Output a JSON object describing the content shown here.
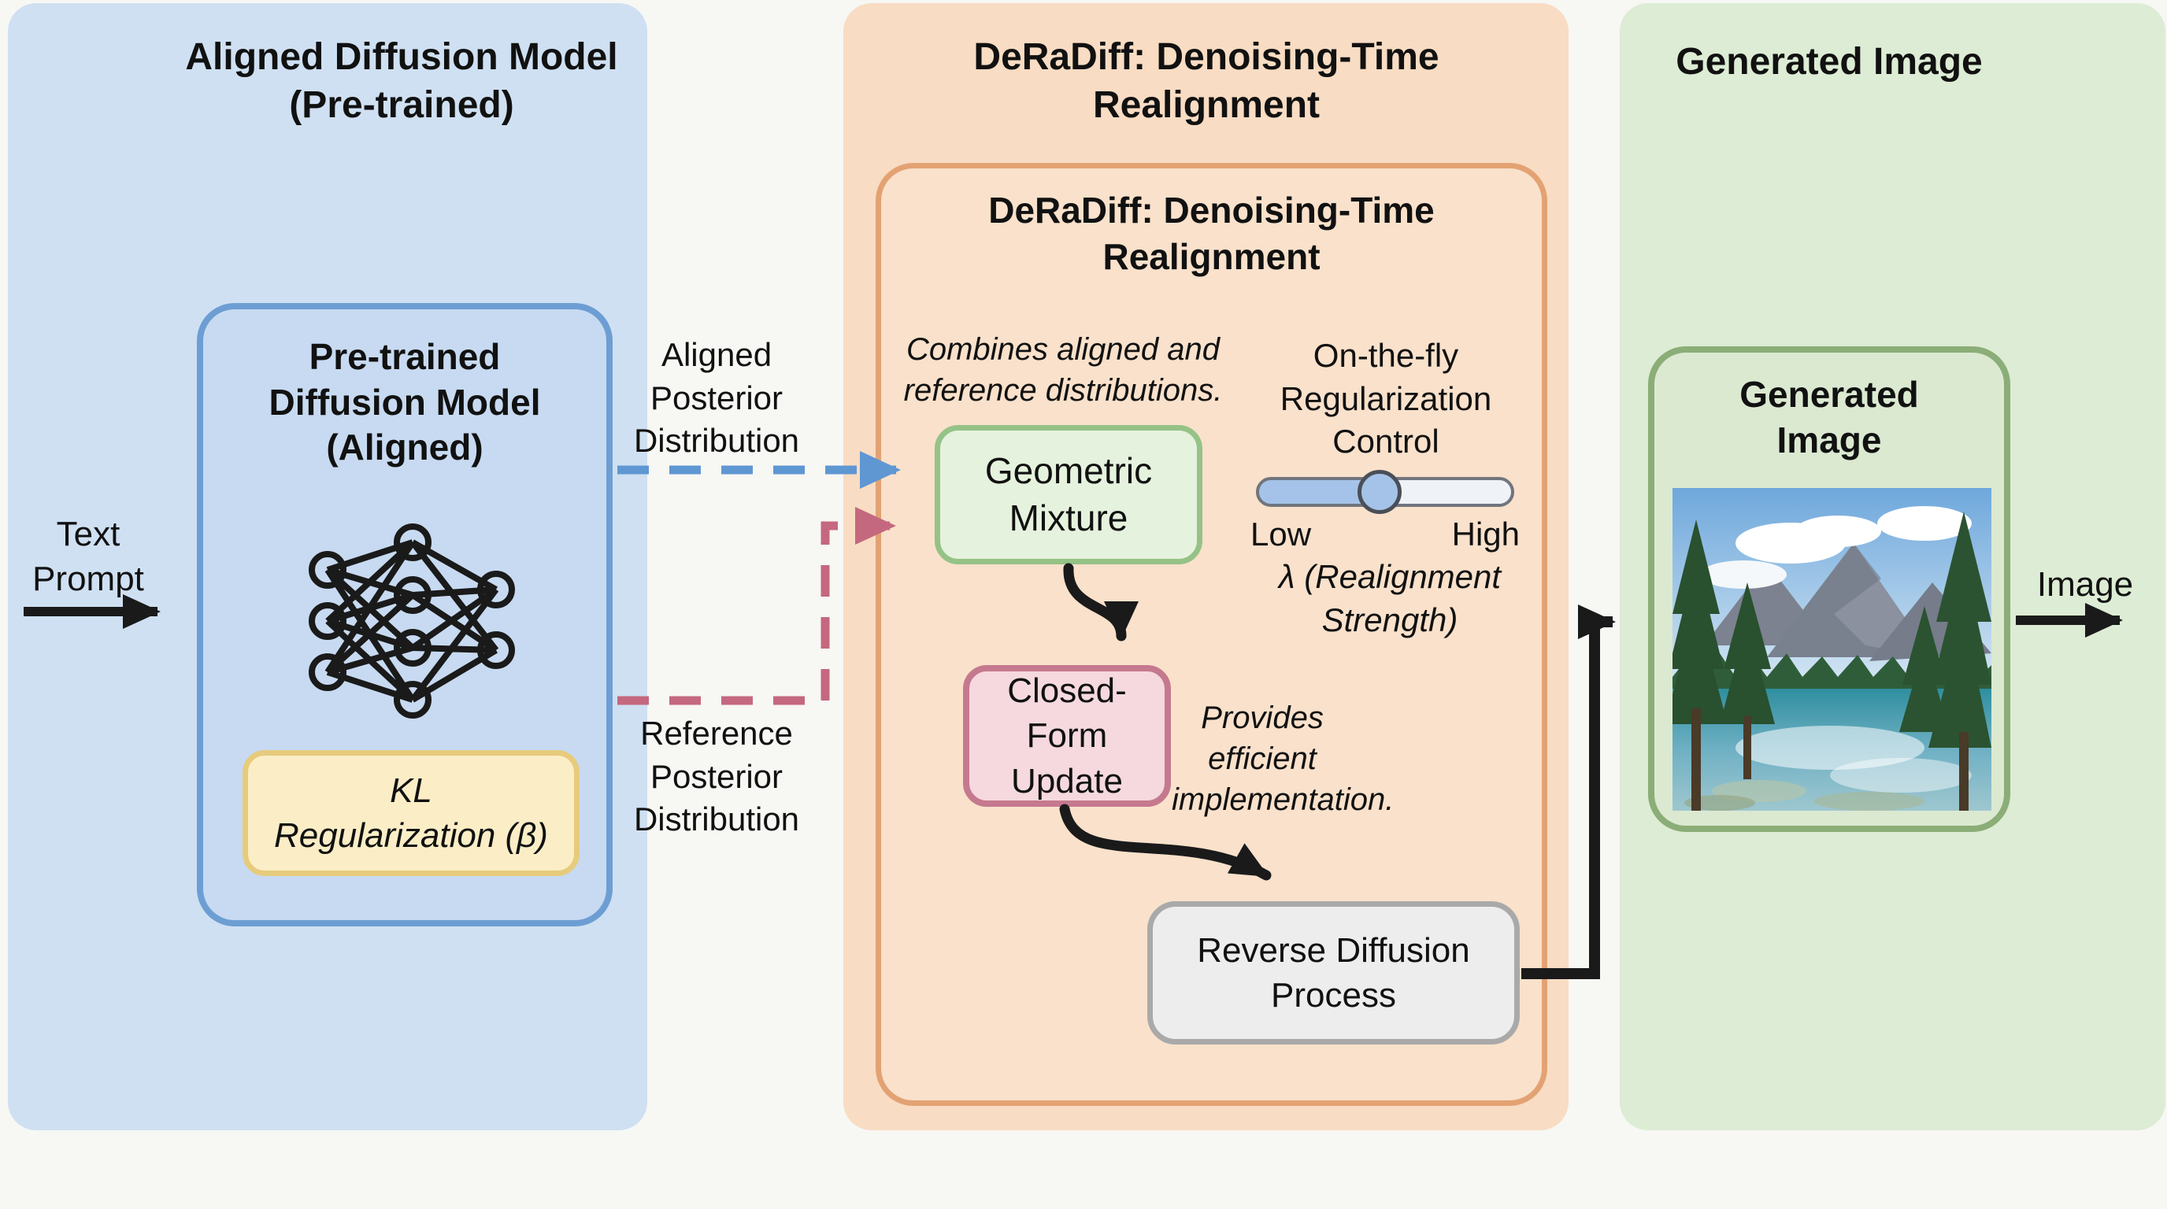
{
  "colors": {
    "page_bg": "#f7f7f4",
    "text": "#111111",
    "blue_panel": "#cfe0f2",
    "blue_box_fill": "#c7daf1",
    "blue_box_border": "#6d9ed3",
    "blue_arrow": "#5f97d3",
    "pink_arrow": "#c4687f",
    "yellow_fill": "#fbeec6",
    "yellow_border": "#e7cb7d",
    "orange_panel": "#f8dcc3",
    "orange_box_fill": "#f9e1cb",
    "orange_box_border": "#e3a273",
    "green_small_fill": "#e5f2dd",
    "green_small_border": "#95c287",
    "pink_box_fill": "#f5d9df",
    "pink_box_border": "#c5798f",
    "gray_box_fill": "#ededed",
    "gray_box_border": "#a9a9a9",
    "green_panel": "#ddecd4",
    "green_box_fill": "#dbe9d1",
    "green_box_border": "#8bad77",
    "slider_fill": "#a5c3e8",
    "slider_rest": "#eff2f6",
    "slider_border": "#70757e",
    "arrow_black": "#1a1a1a"
  },
  "left_panel": {
    "title": "Aligned Diffusion Model\n(Pre-trained)",
    "input_label": "Text\nPrompt",
    "model_box_title": "Pre-trained\nDiffusion Model\n(Aligned)",
    "kl_box_label": "KL\nRegularization (β)"
  },
  "connectors": {
    "aligned_posterior_label": "Aligned\nPosterior\nDistribution",
    "reference_posterior_label": "Reference\nPosterior\nDistribution"
  },
  "middle_panel": {
    "title": "DeRaDiff: Denoising-Time\nRealignment",
    "inner_title": "DeRaDiff: Denoising-Time\nRealignment",
    "combines_note": "Combines aligned and\nreference distributions.",
    "geometric_mixture_label": "Geometric\nMixture",
    "closed_form_label": "Closed-Form\nUpdate",
    "provides_note": "Provides efficient\nimplementation.",
    "reverse_diffusion_label": "Reverse Diffusion\nProcess",
    "slider": {
      "title": "On-the-fly\nRegularization\nControl",
      "low_label": "Low",
      "high_label": "High",
      "lambda_label": "λ (Realignment\nStrength)",
      "value_percent": 48
    }
  },
  "right_panel": {
    "title": "Generated Image",
    "box_title": "Generated\nImage",
    "output_label": "Image"
  }
}
